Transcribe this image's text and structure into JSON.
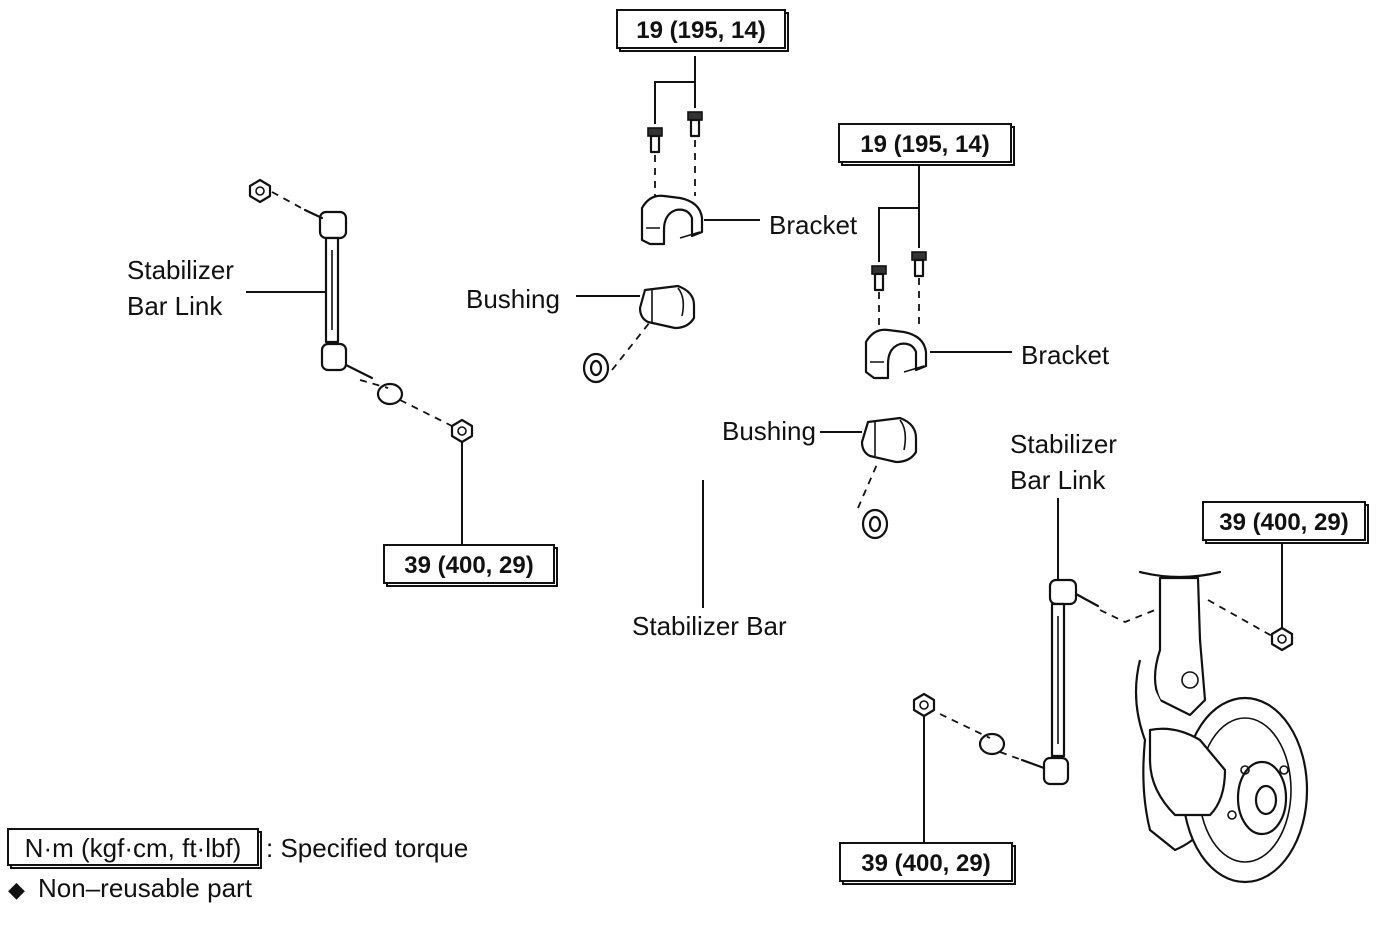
{
  "labels": {
    "stabilizer_bar_link_left_l1": "Stabilizer",
    "stabilizer_bar_link_left_l2": "Bar Link",
    "stabilizer_bar_link_right_l1": "Stabilizer",
    "stabilizer_bar_link_right_l2": "Bar Link",
    "bushing_left": "Bushing",
    "bushing_right": "Bushing",
    "bracket_upper": "Bracket",
    "bracket_lower": "Bracket",
    "stabilizer_bar": "Stabilizer Bar"
  },
  "torque": {
    "bracket_upper": "19 (195, 14)",
    "bracket_lower": "19 (195, 14)",
    "link_nut_left": "39 (400, 29)",
    "link_nut_right_lower": "39 (400, 29)",
    "link_nut_right_upper": "39 (400, 29)"
  },
  "legend": {
    "unit_box": "N·m (kgf·cm, ft·lbf)",
    "unit_desc": ": Specified torque",
    "non_reusable_symbol": "◆",
    "non_reusable_desc": "Non–reusable part"
  }
}
